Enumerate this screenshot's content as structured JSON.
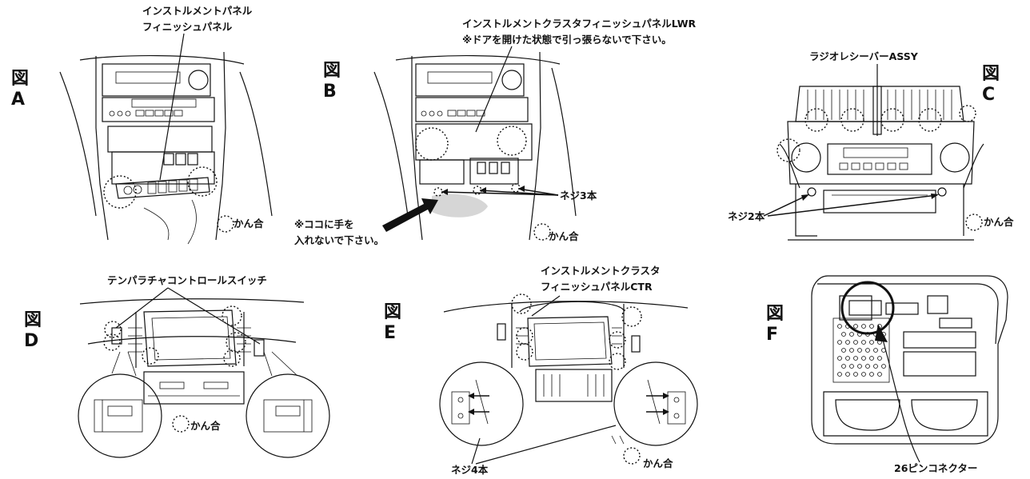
{
  "figures": {
    "A": {
      "title": "図A",
      "callout": [
        "インストルメントパネル",
        "フィニッシュパネル"
      ]
    },
    "B": {
      "title": "図B",
      "callout": [
        "インストルメントクラスタフィニッシュパネルLWR",
        "※ドアを開けた状態で引っ張らないで下さい。"
      ],
      "screws": "ネジ3本",
      "warning": [
        "※ココに手を",
        "入れないで下さい。"
      ],
      "clip": "かん合"
    },
    "C": {
      "title": "図C",
      "callout": "ラジオレシーバーASSY",
      "screws": "ネジ2本",
      "clip": "かん合"
    },
    "D": {
      "title": "図D",
      "callout": "テンパラチャコントロールスイッチ",
      "clip": "かん合"
    },
    "E": {
      "title": "図E",
      "callout": [
        "インストルメントクラスタ",
        "フィニッシュパネルCTR"
      ],
      "screws": "ネジ4本",
      "clip": "かん合"
    },
    "F": {
      "title": "図F",
      "callout": "26ピンコネクター"
    },
    "A_clip": "かん合"
  }
}
